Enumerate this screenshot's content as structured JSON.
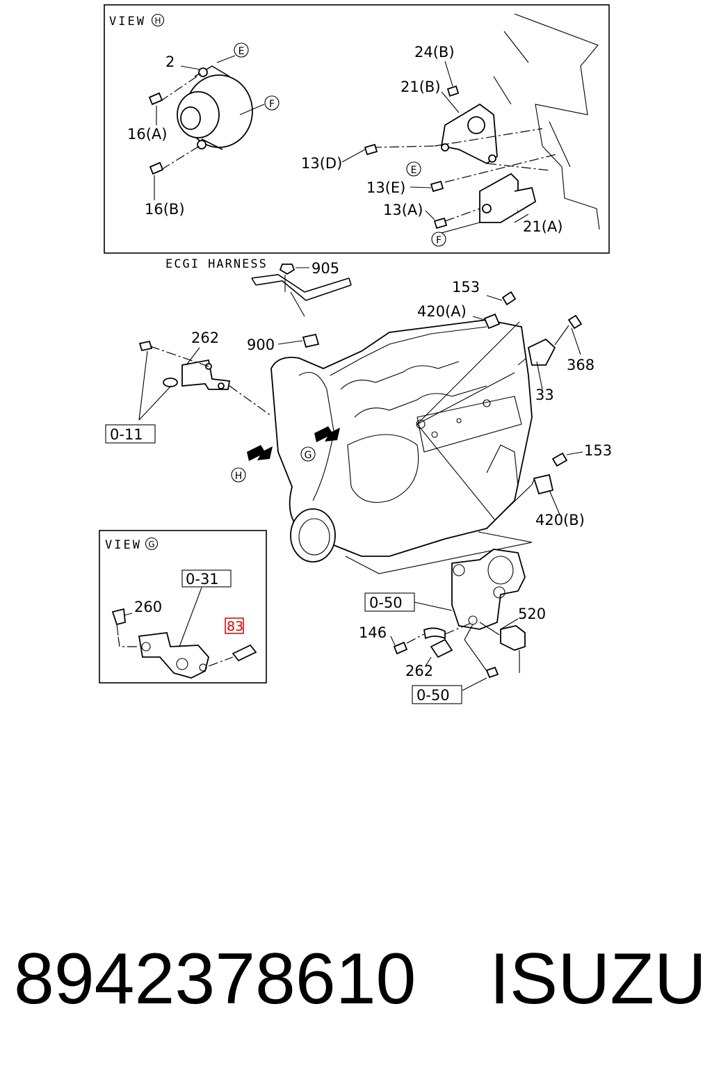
{
  "view_h": {
    "title": "VIEW",
    "marker": "H",
    "callouts": {
      "c2": "2",
      "c16a": "16(A)",
      "c16b": "16(B)",
      "c24b": "24(B)",
      "c21b": "21(B)",
      "c13d": "13(D)",
      "c13e": "13(E)",
      "c13a": "13(A)",
      "c21a": "21(A)"
    },
    "markers": {
      "e1": "E",
      "f1": "F",
      "e2": "E",
      "f2": "F"
    }
  },
  "main": {
    "harness": "ECGI HARNESS",
    "callouts": {
      "c905": "905",
      "c900": "900",
      "c262": "262",
      "c153a": "153",
      "c420a": "420(A)",
      "c368": "368",
      "c33": "33",
      "c153b": "153",
      "c420b": "420(B)",
      "c520": "520",
      "c146": "146",
      "c262b": "262"
    },
    "boxes": {
      "b011": "0-11",
      "b050a": "0-50",
      "b050b": "0-50"
    },
    "markers": {
      "g": "G",
      "h": "H"
    }
  },
  "view_g": {
    "title": "VIEW",
    "marker": "G",
    "callouts": {
      "c260": "260",
      "c83": "83"
    },
    "boxes": {
      "b031": "0-31"
    }
  },
  "colors": {
    "highlight": "#d40000",
    "ink": "#000000"
  },
  "footer": {
    "part_number": "8942378610",
    "brand": "ISUZU"
  }
}
